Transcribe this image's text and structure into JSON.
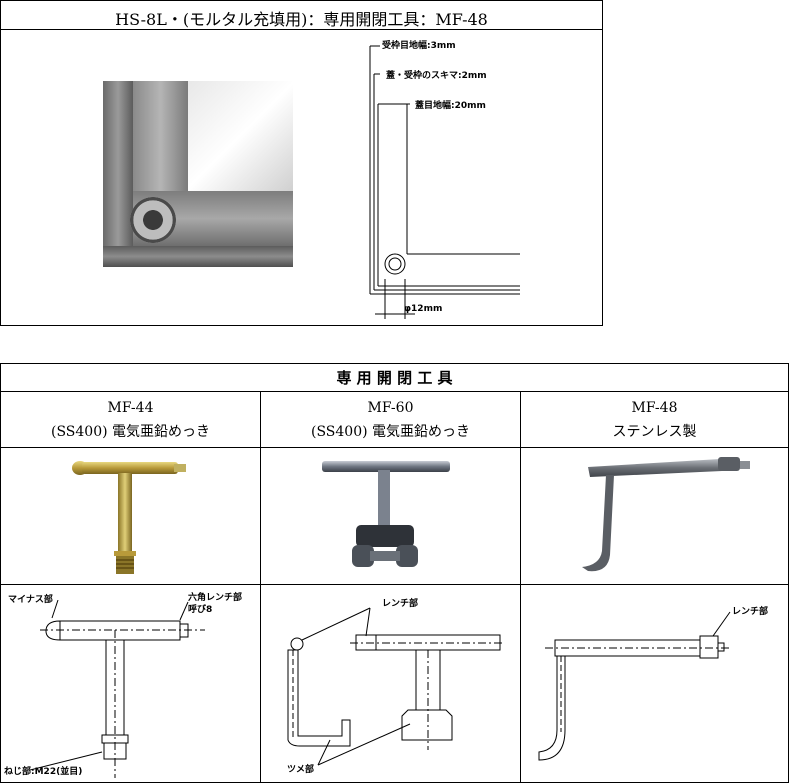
{
  "top": {
    "title": "HS-8L・(モルタル充填用)：専用開閉工具：MF-48",
    "dim_labels": {
      "frame_joint": "受枠目地幅:3mm",
      "gap": "蓋・受枠のスキマ:2mm",
      "lid_joint": "蓋目地幅:20mm",
      "hole": "φ12mm"
    }
  },
  "tools_table": {
    "header": "専 用 開 閉 工 具",
    "columns": [
      {
        "model": "MF-44",
        "material": "(SS400) 電気亜鉛めっき"
      },
      {
        "model": "MF-60",
        "material": "(SS400) 電気亜鉛めっき"
      },
      {
        "model": "MF-48",
        "material": "ステンレス製"
      }
    ],
    "drawing_labels": {
      "minus": "マイナス部",
      "hex_wrench": "六角レンチ部",
      "hex_size": "呼び8",
      "thread": "ねじ部:M22(並目)",
      "wrench1": "レンチ部",
      "claw": "ツメ部",
      "wrench2": "レンチ部"
    }
  }
}
